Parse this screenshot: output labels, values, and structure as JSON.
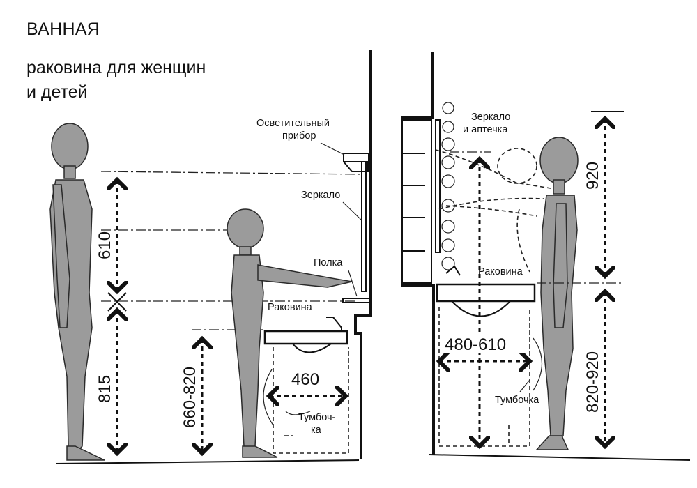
{
  "header": {
    "title": "ВАННАЯ",
    "subtitle": "раковина для женщин и детей"
  },
  "labels": {
    "lighting": [
      "Осветительный",
      "прибор"
    ],
    "mirror_left": "Зеркало",
    "shelf": "Полка",
    "sink_left": "Раковина",
    "cabinet_left": [
      "Тумбоч-",
      "ка"
    ],
    "mirror_right": [
      "Зеркало",
      "и аптечка"
    ],
    "sink_right": "Раковина",
    "cabinet_right": "Тумбочка"
  },
  "dimensions": {
    "d610": "610",
    "d815": "815",
    "d660_820": "660-820",
    "d460": "460",
    "d480_610": "480-610",
    "d920": "920",
    "d820_920": "820-920"
  },
  "colors": {
    "figure_fill": "#9b9b9b",
    "line": "#111111"
  }
}
